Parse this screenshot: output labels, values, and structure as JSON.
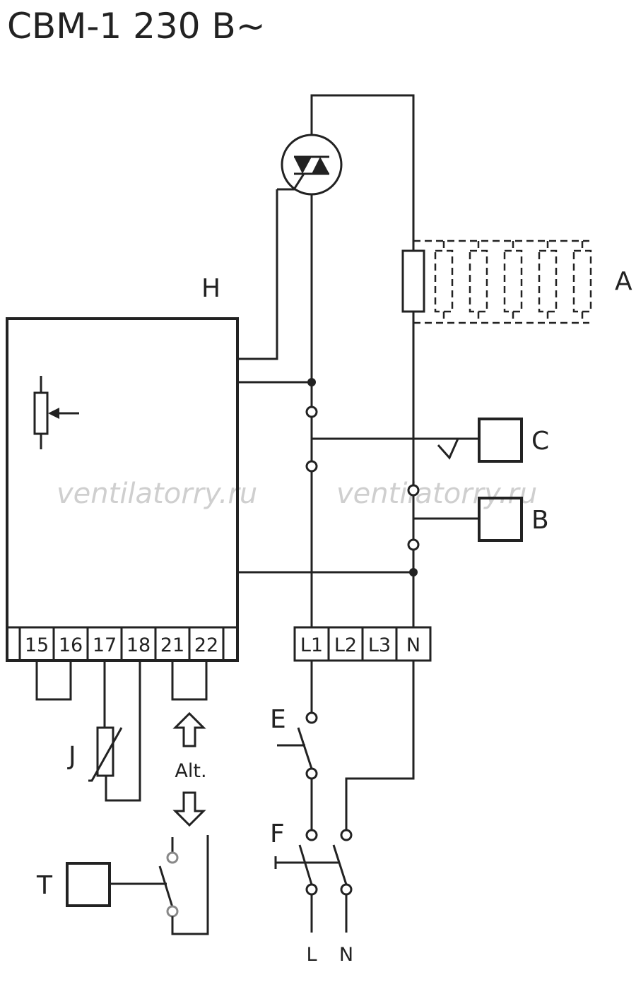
{
  "title": "CBM-1 230 B~",
  "watermark": "ventilatorry.ru",
  "labels": {
    "H": "H",
    "A": "A",
    "B": "B",
    "C": "C",
    "E": "E",
    "F": "F",
    "J": "J",
    "T": "T",
    "L": "L",
    "N": "N",
    "alt": "Alt."
  },
  "controller_terminals": [
    "15",
    "16",
    "17",
    "18",
    "21",
    "22"
  ],
  "power_terminals": [
    "L1",
    "L2",
    "L3",
    "N"
  ]
}
